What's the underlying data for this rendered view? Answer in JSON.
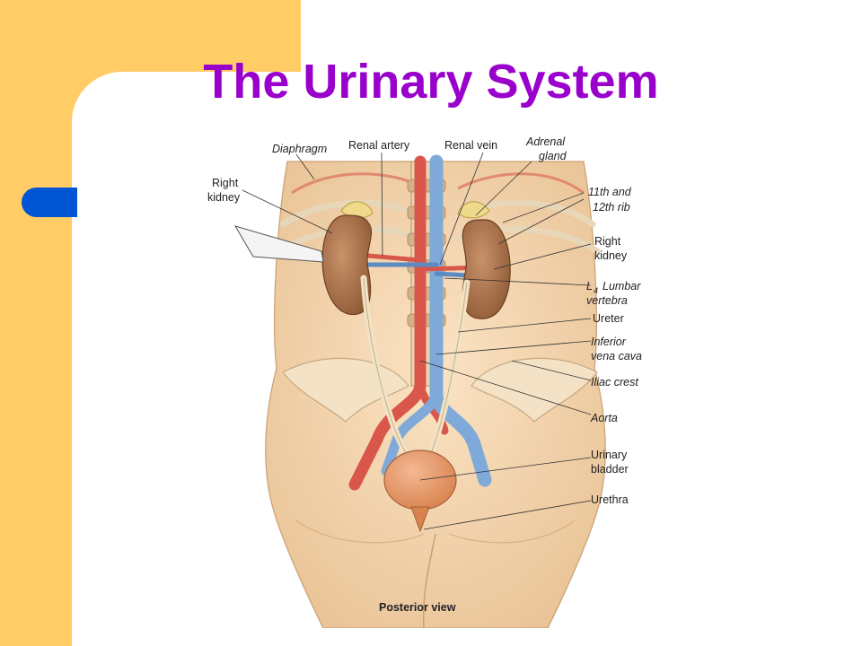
{
  "slide": {
    "title": "The Urinary System",
    "colors": {
      "background": "#FFFFFF",
      "frame": "#FFCC66",
      "accent_tab": "#0055D4",
      "title": "#9900CC"
    }
  },
  "figure": {
    "caption": "Posterior view",
    "labels": {
      "diaphragm": "Diaphragm",
      "renal_artery": "Renal artery",
      "renal_vein": "Renal vein",
      "adrenal_gland_1": "Adrenal",
      "adrenal_gland_2": "gland",
      "rib_1": "11th and",
      "rib_2": "12th rib",
      "right_kidney_left_1": "Right",
      "right_kidney_left_2": "kidney",
      "right_kidney_right_1": "Right",
      "right_kidney_right_2": "kidney",
      "lumbar_L": "L",
      "lumbar_sub": "4",
      "lumbar_1": "Lumbar",
      "lumbar_2": "vertebra",
      "ureter": "Ureter",
      "ivc_1": "Inferior",
      "ivc_2": "vena cava",
      "iliac_crest": "Iliac crest",
      "aorta": "Aorta",
      "bladder_1": "Urinary",
      "bladder_2": "bladder",
      "urethra": "Urethra"
    }
  }
}
